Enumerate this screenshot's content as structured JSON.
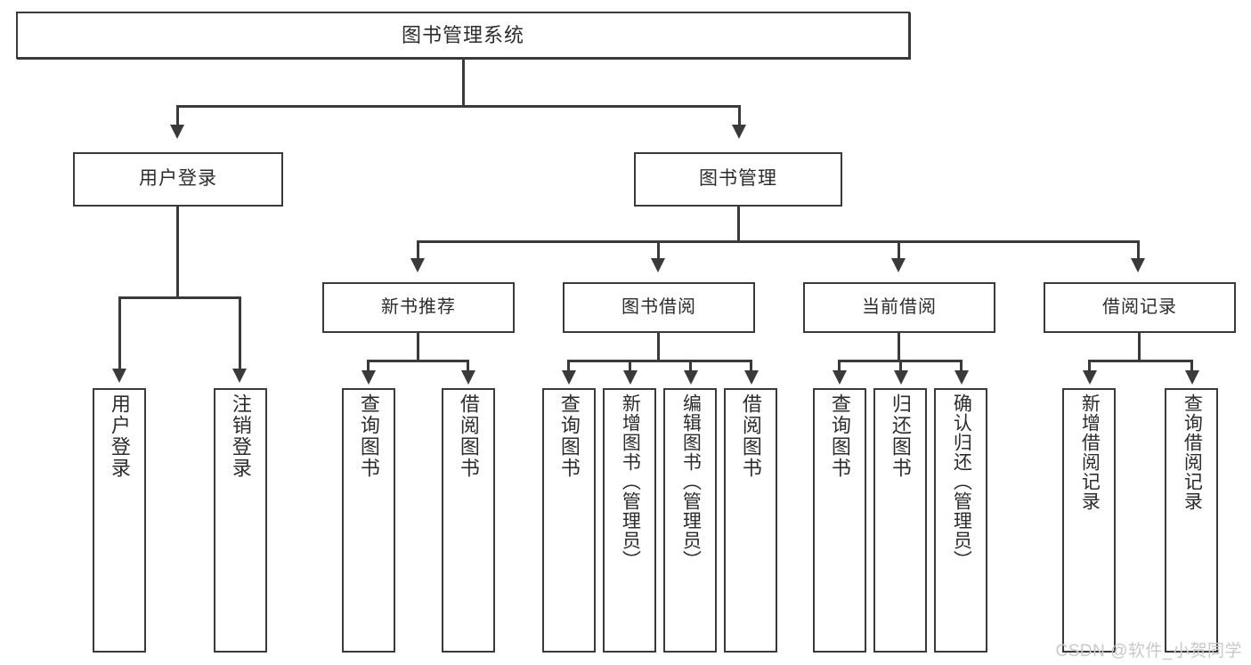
{
  "diagram": {
    "title": "图书管理系统",
    "type": "hierarchy-tree",
    "root": {
      "label": "图书管理系统"
    },
    "level1": [
      {
        "label": "用户登录"
      },
      {
        "label": "图书管理"
      }
    ],
    "level2": [
      {
        "label": "新书推荐"
      },
      {
        "label": "图书借阅"
      },
      {
        "label": "当前借阅"
      },
      {
        "label": "借阅记录"
      }
    ],
    "leaves": {
      "user_login": [
        {
          "label": "用户登录"
        },
        {
          "label": "注销登录"
        }
      ],
      "new_book_recommend": [
        {
          "label": "查询图书"
        },
        {
          "label": "借阅图书"
        }
      ],
      "book_borrow": [
        {
          "label": "查询图书"
        },
        {
          "label": "新增图书（管理员）"
        },
        {
          "label": "编辑图书（管理员）"
        },
        {
          "label": "借阅图书"
        }
      ],
      "current_borrow": [
        {
          "label": "查询图书"
        },
        {
          "label": "归还图书"
        },
        {
          "label": "确认归还（管理员）"
        }
      ],
      "borrow_record": [
        {
          "label": "新增借阅记录"
        },
        {
          "label": "查询借阅记录"
        }
      ]
    }
  },
  "watermark": {
    "text": "CSDN @软件_小贺同学"
  },
  "colors": {
    "stroke": "#3a3a3a",
    "text": "#2c2c2c",
    "background": "#ffffff",
    "watermark": "#c9c9c9"
  }
}
